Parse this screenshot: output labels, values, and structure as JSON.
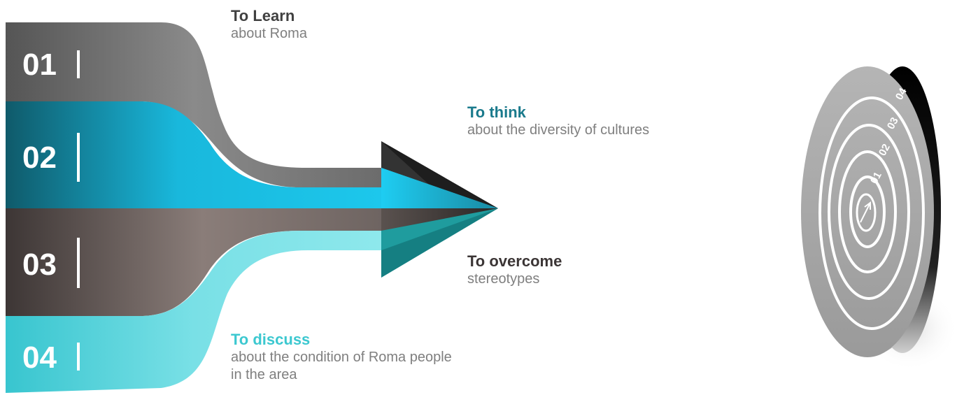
{
  "steps": [
    {
      "number": "01",
      "title": "To Learn",
      "subtitle": "about Roma",
      "color": "#404040"
    },
    {
      "number": "02",
      "title": "To think",
      "subtitle": "about the diversity of cultures",
      "color": "#1a7a8c"
    },
    {
      "number": "03",
      "title": "To overcome",
      "subtitle": "stereotypes",
      "color": "#3b3535"
    },
    {
      "number": "04",
      "title": "To discuss",
      "subtitle": "about the condition of Roma people in the area",
      "color": "#3cc8d0"
    }
  ],
  "target": {
    "rings": [
      "01",
      "02",
      "03",
      "04"
    ]
  },
  "colors": {
    "band1": "#7a7a7a",
    "band2": "#1ec8ee",
    "band3": "#5e5553",
    "band4": "#5ad6de",
    "arrow_dark": "#2e2e2e",
    "arrow_teal": "#1a9a9c",
    "target_face": "#a6a6a6",
    "target_edge": "#111111"
  }
}
